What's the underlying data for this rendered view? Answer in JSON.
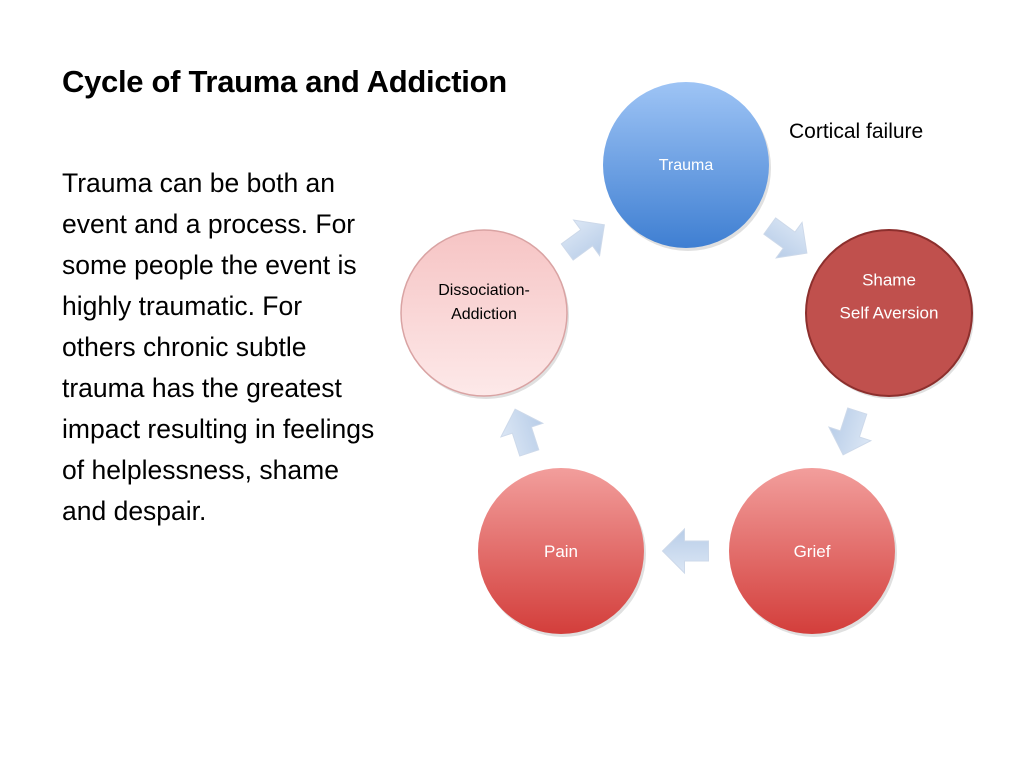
{
  "slide": {
    "title": "Cycle of Trauma and Addiction",
    "body": "Trauma can be both an event and a process. For some people the event is highly traumatic. For others chronic subtle trauma has the greatest impact resulting in feelings of helplessness, shame and despair.",
    "annotation": "Cortical failure"
  },
  "cycle": {
    "nodes": [
      {
        "id": "trauma",
        "lines": [
          "Trauma"
        ],
        "fill_top": "#9ec4f5",
        "fill_bottom": "#3f7fd2",
        "text_color": "#ffffff"
      },
      {
        "id": "shame",
        "lines": [
          "Shame",
          "Self Aversion"
        ],
        "fill_top": "#c0504d",
        "fill_bottom": "#c0504d",
        "text_color": "#ffffff"
      },
      {
        "id": "grief",
        "lines": [
          "Grief"
        ],
        "fill_top": "#f29e9c",
        "fill_bottom": "#d33e3b",
        "text_color": "#ffffff"
      },
      {
        "id": "pain",
        "lines": [
          "Pain"
        ],
        "fill_top": "#f29e9c",
        "fill_bottom": "#d33e3b",
        "text_color": "#ffffff"
      },
      {
        "id": "dissociation-addiction",
        "lines": [
          "Dissociation-",
          "Addiction"
        ],
        "fill_top": "#f6c4c4",
        "fill_bottom": "#fde9e9",
        "text_color": "#000000"
      }
    ],
    "arrow_color": "#b8cde8"
  }
}
